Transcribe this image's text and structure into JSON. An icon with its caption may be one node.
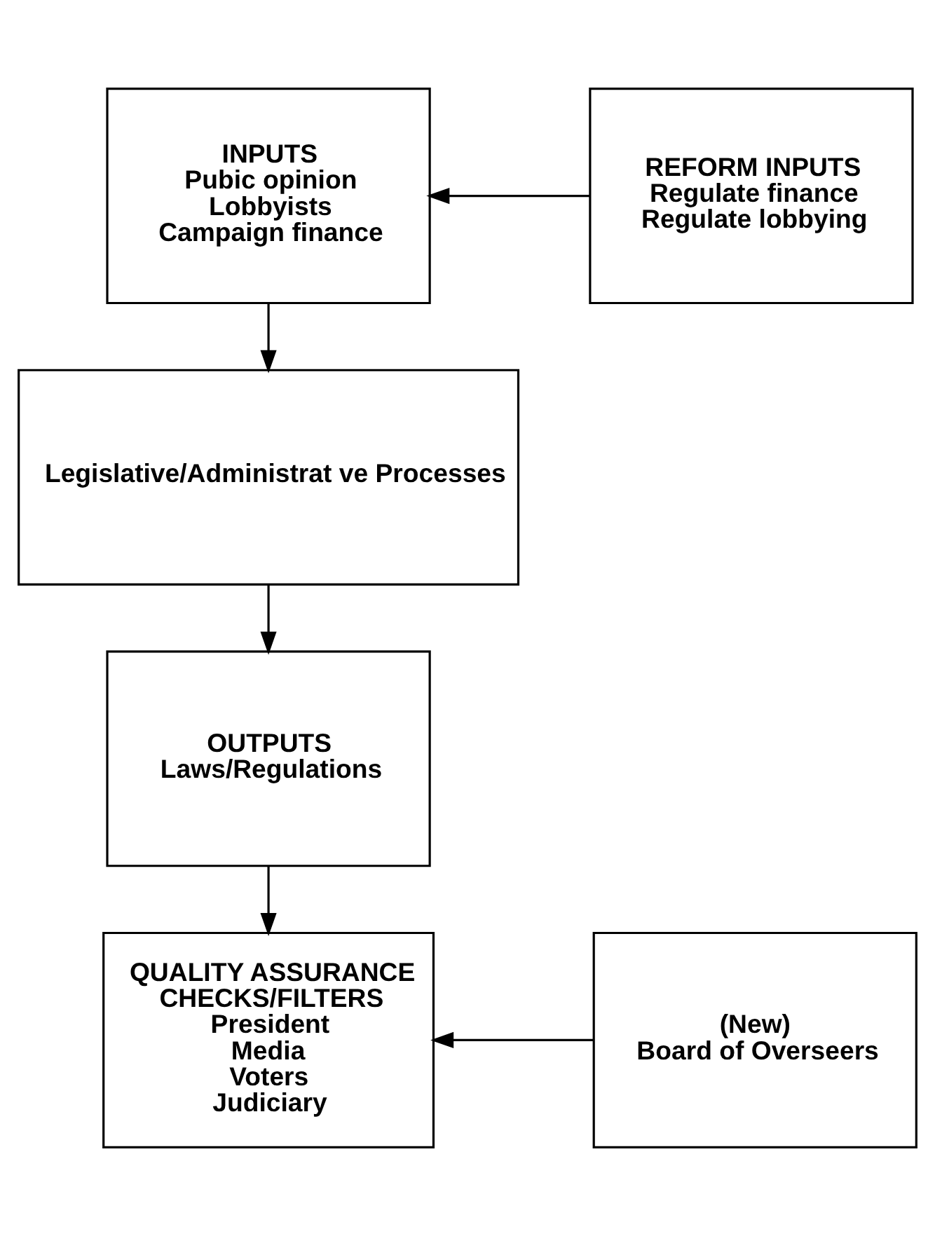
{
  "diagram": {
    "nodes": [
      {
        "text": [
          "INPUTS",
          "Pubic opinion",
          "Lobbyists",
          "Campaign finance"
        ]
      },
      {
        "text": [
          "REFORM INPUTS",
          "Regulate finance",
          "Regulate lobbying"
        ]
      },
      {
        "text": [
          "Legislative/Administrat ve Processes"
        ]
      },
      {
        "text": [
          "OUTPUTS",
          "Laws/Regulations"
        ]
      },
      {
        "text": [
          "QUALITY ASSURANCE",
          "CHECKS/FILTERS",
          "President",
          "Media",
          "Voters",
          "Judiciary"
        ]
      },
      {
        "text": [
          "(New)",
          "Board of Overseers"
        ]
      }
    ],
    "edges": [
      {
        "from": 1,
        "to": 0,
        "arrow": "to"
      },
      {
        "from": 0,
        "to": 2,
        "arrow": "to"
      },
      {
        "from": 2,
        "to": 3,
        "arrow": "to"
      },
      {
        "from": 3,
        "to": 4,
        "arrow": "to"
      },
      {
        "from": 5,
        "to": 4,
        "arrow": "to"
      }
    ]
  }
}
